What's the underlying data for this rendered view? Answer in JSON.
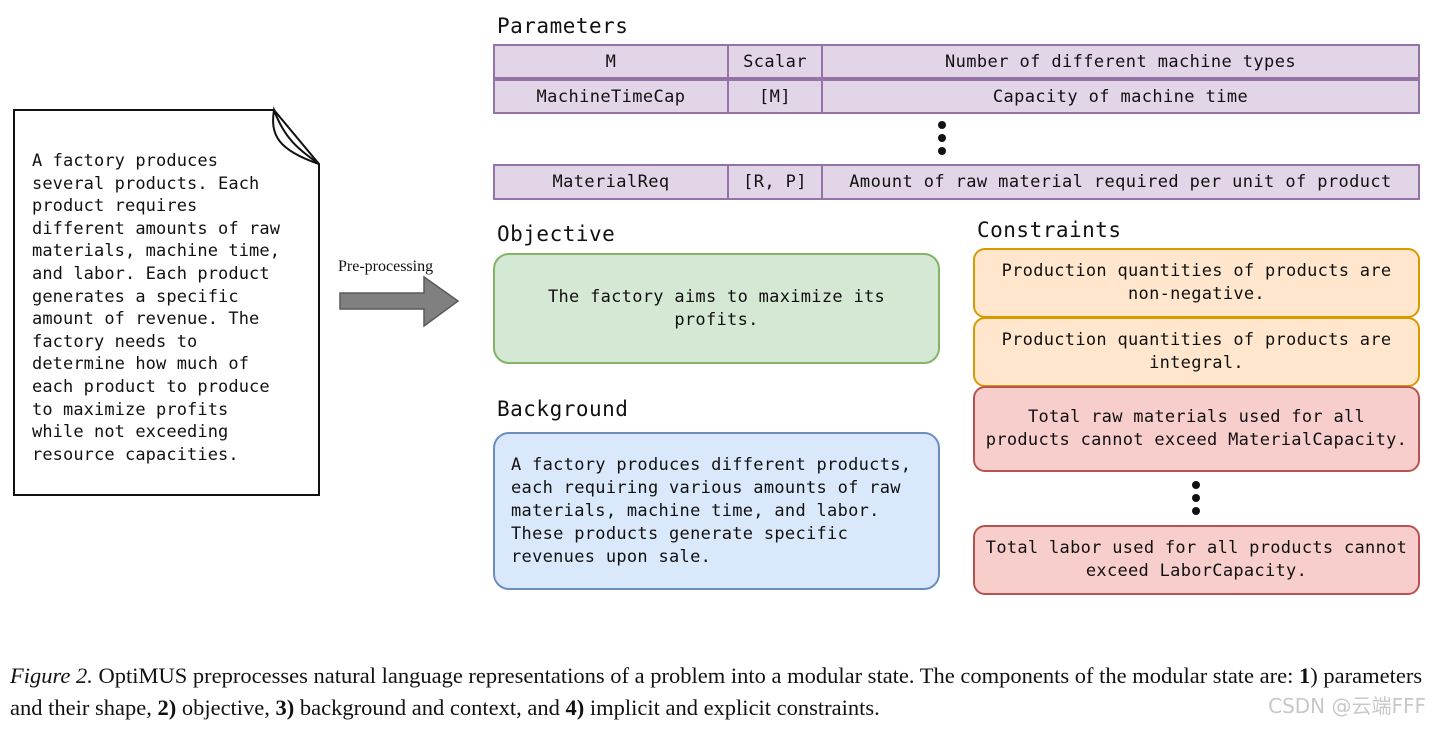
{
  "input_text": " A factory produces\nseveral products. Each\nproduct requires\ndifferent amounts of raw\nmaterials, machine time,\nand labor. Each product\ngenerates a specific\namount of revenue. The\nfactory needs to\ndetermine how much of\neach product to produce\nto maximize profits\nwhile not exceeding\nresource capacities.",
  "arrow_label": "Pre-processing",
  "parameters": {
    "title": "Parameters",
    "rows": [
      {
        "name": "M",
        "shape": "Scalar",
        "description": "Number of different machine types"
      },
      {
        "name": "MachineTimeCap",
        "shape": "[M]",
        "description": "Capacity of machine time"
      },
      {
        "name": "MaterialReq",
        "shape": "[R, P]",
        "description": "Amount of raw material required per unit of product"
      }
    ]
  },
  "objective": {
    "title": "Objective",
    "text": "The factory aims to maximize its profits."
  },
  "background": {
    "title": "Background",
    "text": "A factory produces different products, each requiring various amounts of raw materials, machine time, and labor. These products generate specific revenues upon sale."
  },
  "constraints": {
    "title": "Constraints",
    "items": [
      {
        "text": "Production quantities of products are non-negative.",
        "color": "#ffe6cc"
      },
      {
        "text": "Production quantities of products are integral.",
        "color": "#ffe6cc"
      },
      {
        "text": "Total raw materials used for all products cannot exceed MaterialCapacity.",
        "color": "#f8cecc"
      },
      {
        "text": "Total labor used for all products cannot exceed LaborCapacity.",
        "color": "#f8cecc"
      }
    ]
  },
  "caption": {
    "label": "Figure 2.",
    "text_1": " OptiMUS preprocesses natural language representations of a problem into a modular state.  The components of the modular state are: ",
    "n1": "1",
    "t1": ") parameters and their shape, ",
    "n2": "2)",
    "t2": " objective, ",
    "n3": "3)",
    "t3": " background and context, and ",
    "n4": "4)",
    "t4": " implicit and explicit constraints."
  },
  "watermark": "CSDN @云端FFF",
  "colors": {
    "parameter_fill": "#e1d5e7",
    "parameter_border": "#9673a6",
    "objective_fill": "#d5e8d4",
    "background_fill": "#dae8fc",
    "constraint_implicit": "#ffe6cc",
    "constraint_explicit": "#f8cecc",
    "arrow": "#808080"
  }
}
